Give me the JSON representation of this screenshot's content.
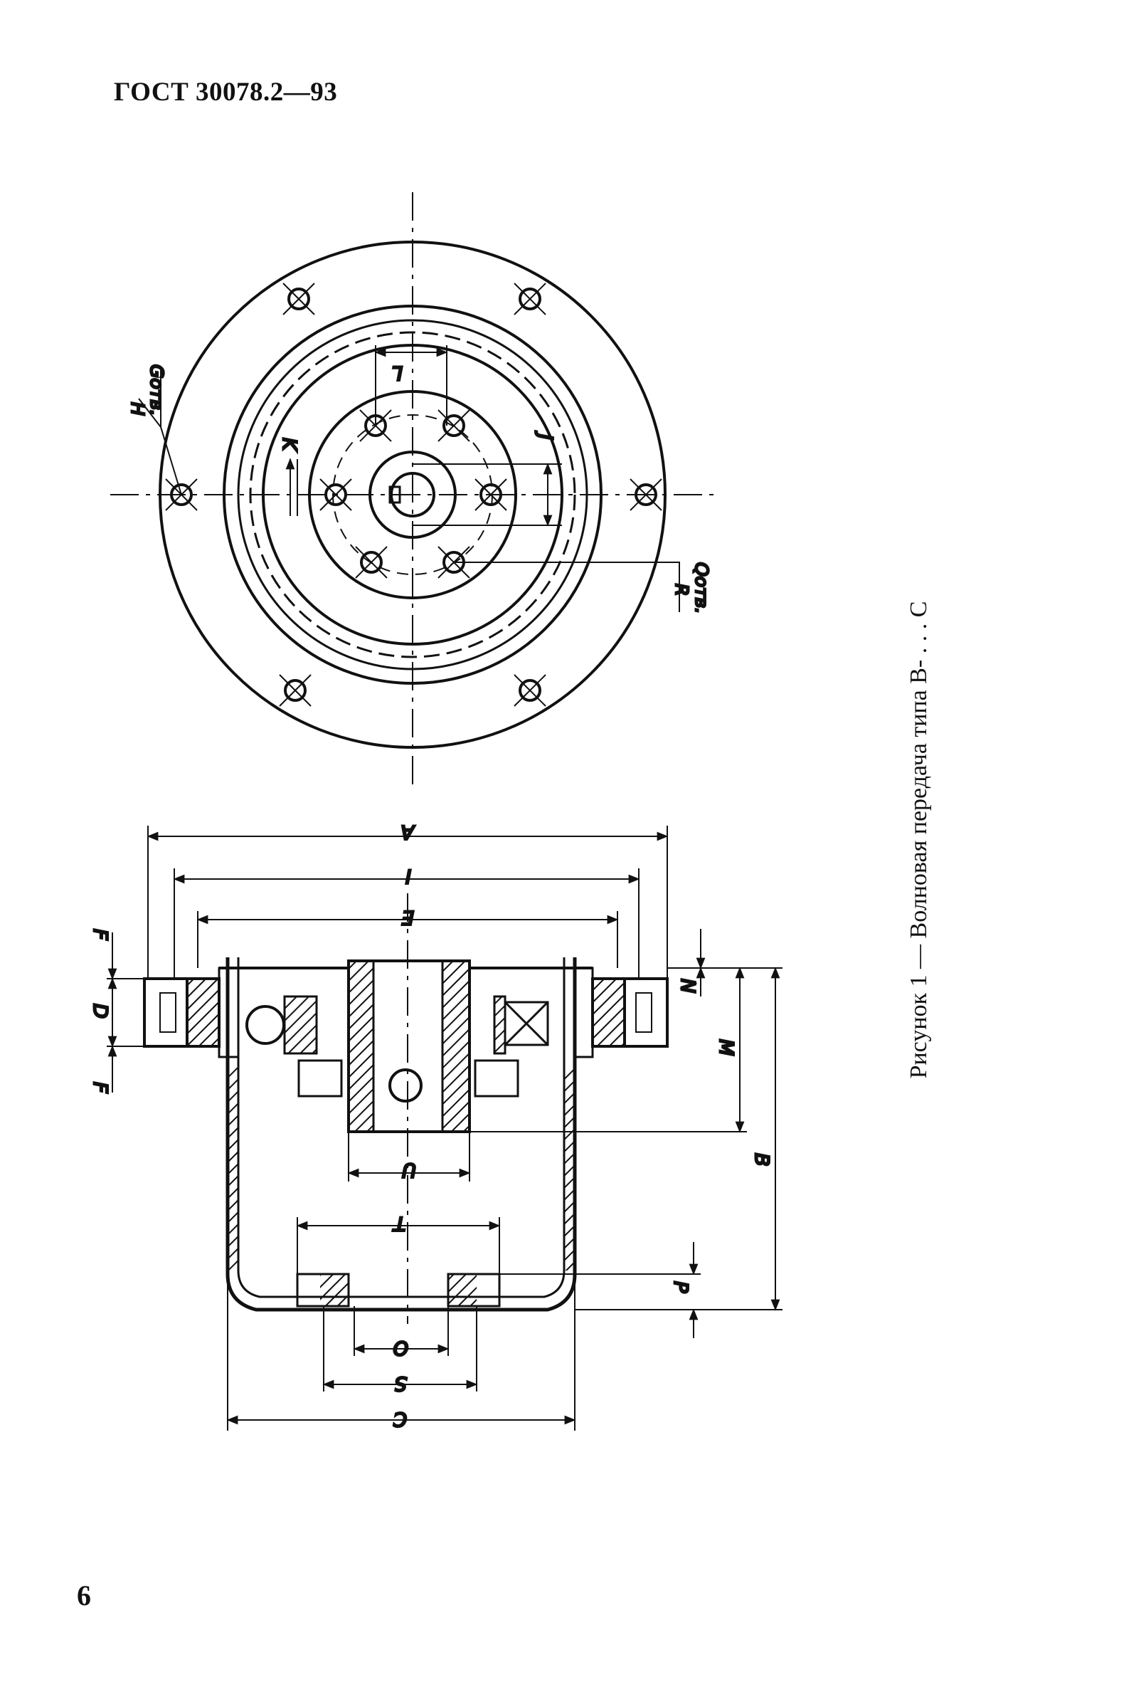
{
  "header": {
    "standard": "ГОСТ 30078.2—93"
  },
  "page": {
    "number": "6"
  },
  "figure": {
    "caption": "Рисунок 1 — Волновая передача типа В- . . . С",
    "plan_labels": {
      "hole_outer_H": "H",
      "hole_outer_G": "Gотв.",
      "hole_inner_R": "R",
      "hole_inner_Q": "Qотв.",
      "L": "L",
      "K": "K",
      "J": "J"
    },
    "section_labels": {
      "A": "A",
      "I": "I",
      "E": "E",
      "F_top": "F",
      "D": "D",
      "F_bottom": "F",
      "N": "N",
      "M": "M",
      "B": "B",
      "U": "U",
      "T": "T",
      "P": "P",
      "O": "O",
      "S": "S",
      "C": "C"
    }
  }
}
